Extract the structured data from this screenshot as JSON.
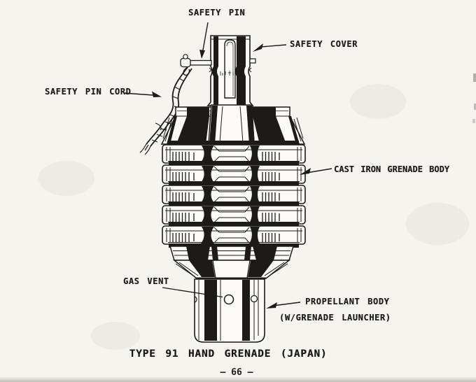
{
  "document": {
    "caption": "TYPE 91 HAND GRENADE (JAPAN)",
    "page_number": "— 66 —"
  },
  "labels": {
    "safety_pin": "SAFETY PIN",
    "safety_cover": "SAFETY COVER",
    "safety_pin_cord": "SAFETY PIN CORD",
    "cast_iron_grenade_body": "CAST IRON GRENADE BODY",
    "gas_vent": "GAS VENT",
    "propellant_body": "PROPELLANT BODY",
    "propellant_body_note": "(W/GRENADE LAUNCHER)"
  },
  "colors": {
    "ink": "#1c1b19",
    "paper": "#f5f4ef",
    "highlight_paper": "#fbfaf6"
  }
}
